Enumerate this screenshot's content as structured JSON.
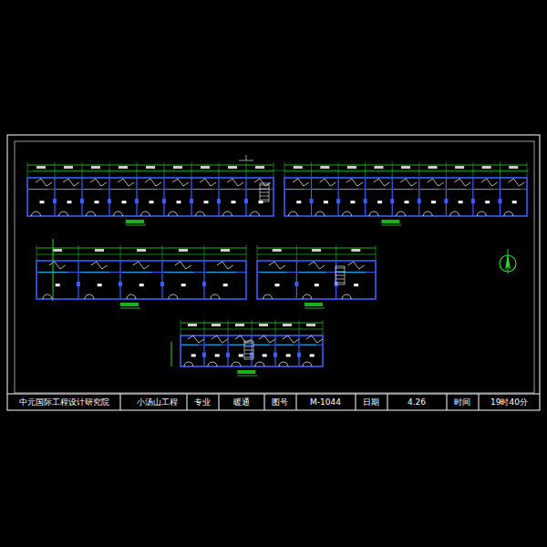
{
  "diagram": {
    "labels": [
      "中元国际工程设计研究院",
      "小汤山工程",
      "专业",
      "暖通",
      "图号",
      "M-1044",
      "日期",
      "4.26",
      "时间",
      "19时40分"
    ]
  }
}
